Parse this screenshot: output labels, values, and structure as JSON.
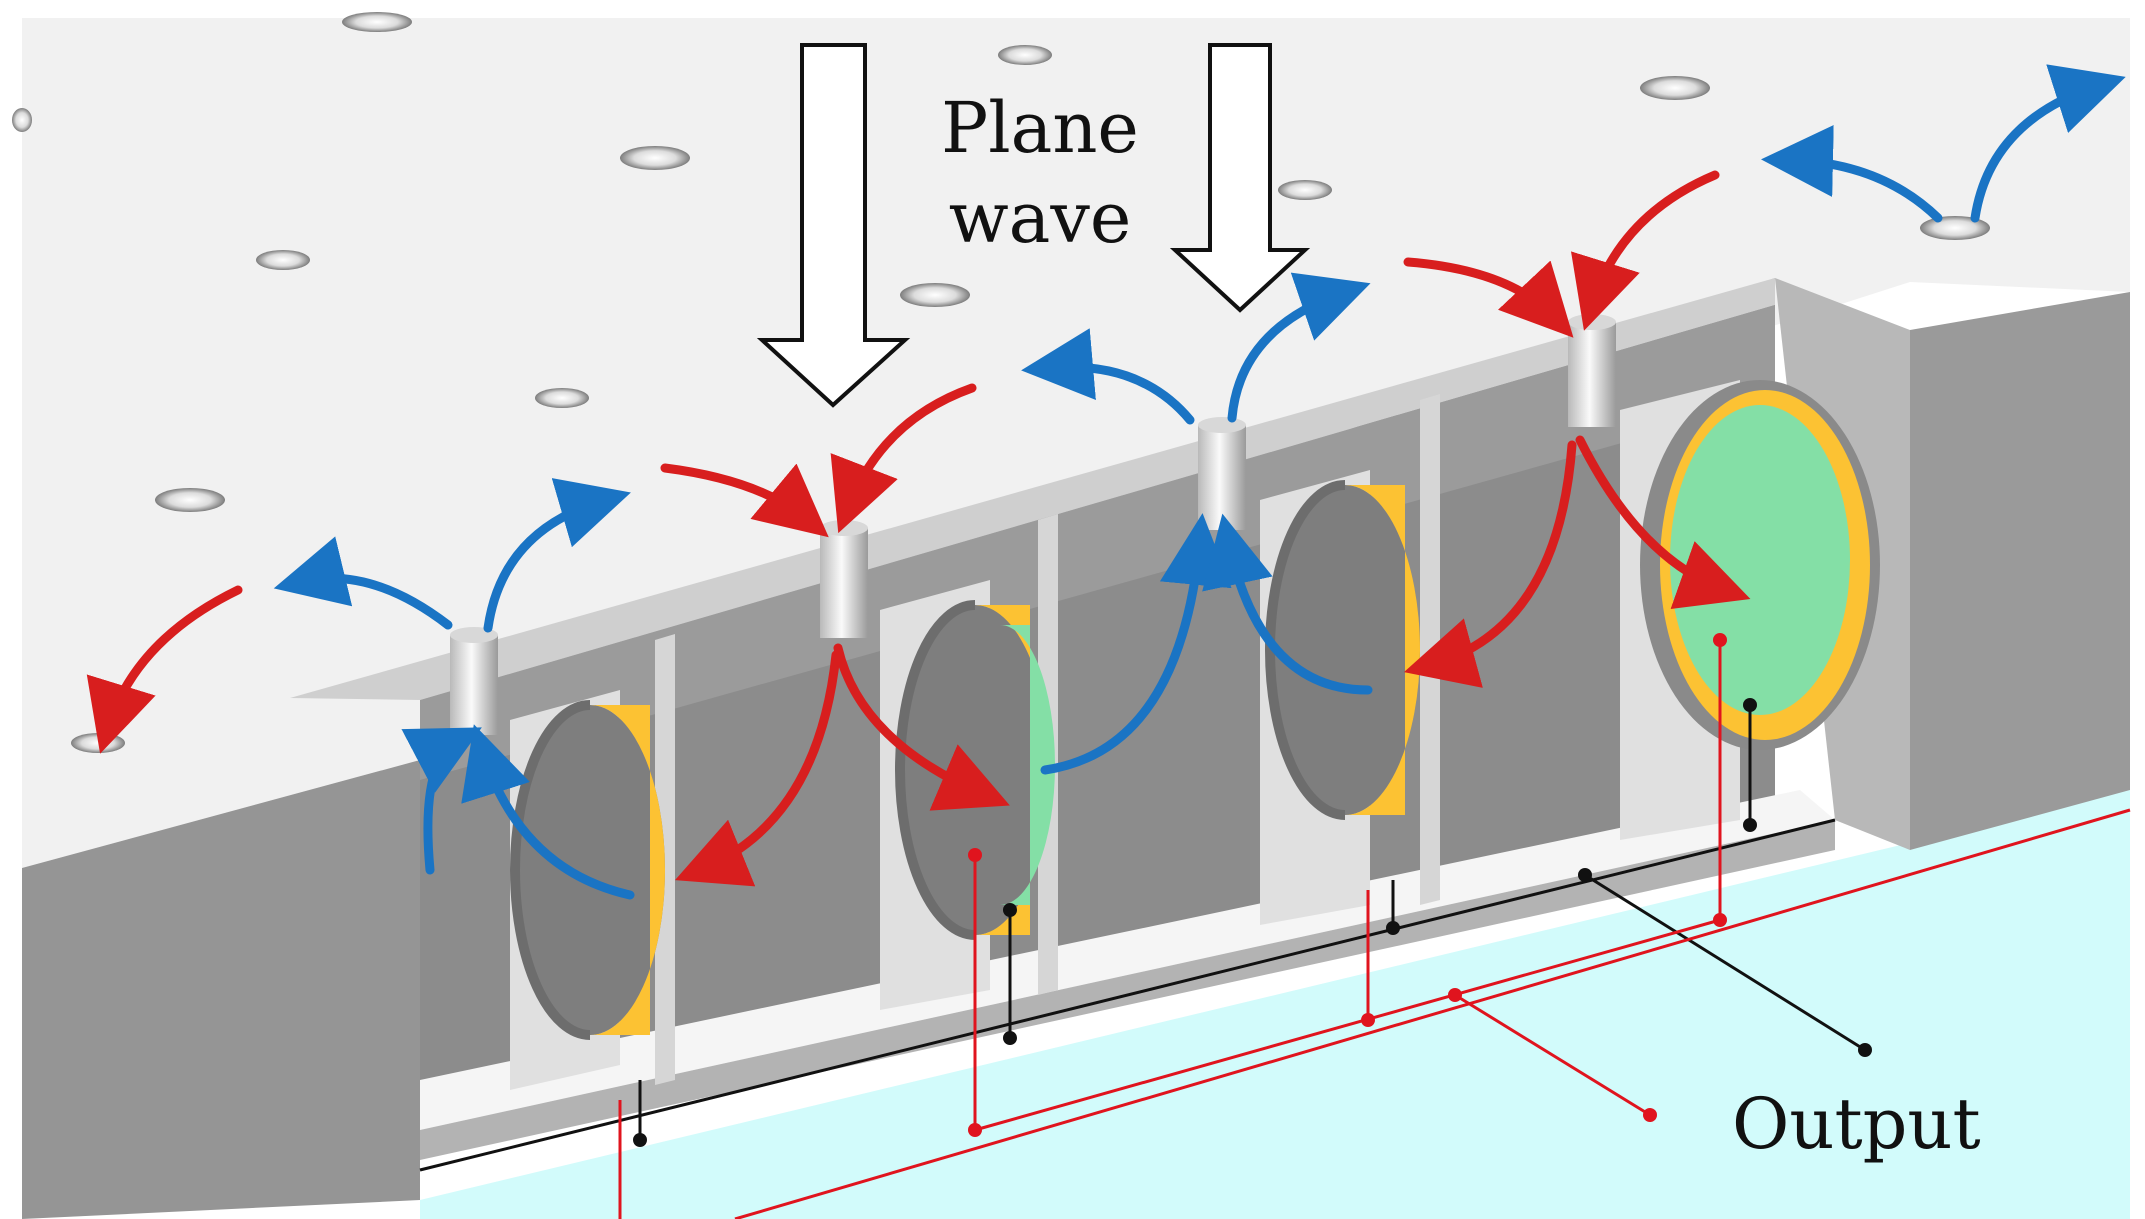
{
  "labels": {
    "plane_wave_line1": "Plane",
    "plane_wave_line2": "wave",
    "output": "Output"
  },
  "colors": {
    "background": "#ffffff",
    "top_surface": "#f1f1f1",
    "front_face": "#959595",
    "cavity_wall": "#8c8c8c",
    "cavity_floor": "#f5f5f5",
    "channel": "#d2fbfb",
    "membrane_yellow": "#fcc233",
    "membrane_green": "#84dfa6",
    "inflow_arrow_red": "#d81e1e",
    "outflow_arrow_blue": "#1a74c4",
    "wire_red": "#e0141e",
    "wire_black": "#111111"
  },
  "icons": [
    "plane-wave-arrow-icon",
    "red-inflow-arrow-icon",
    "blue-outflow-arrow-icon",
    "connection-node-icon",
    "vent-hole-icon"
  ]
}
